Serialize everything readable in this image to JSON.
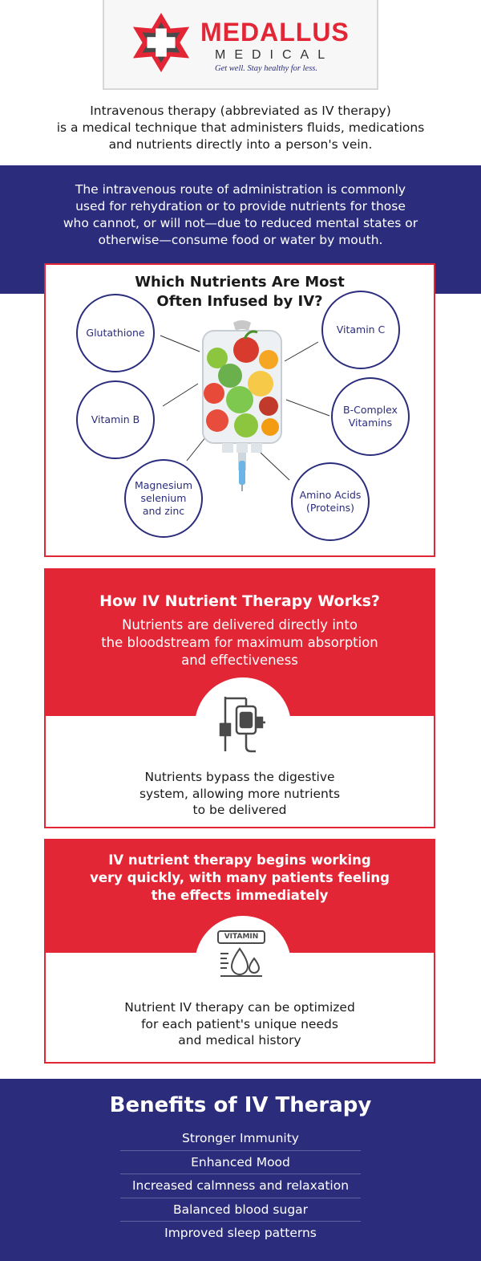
{
  "brand": {
    "name": "MEDALLUS",
    "sub": "MEDICAL",
    "tagline": "Get well. Stay healthy for less.",
    "red": "#e32636",
    "navy": "#2b2d7c"
  },
  "intro": {
    "line1": "Intravenous therapy (abbreviated as IV therapy)",
    "line2": "is a medical technique that administers fluids, medications",
    "line3": "and nutrients directly into a person's vein."
  },
  "route": {
    "line1": "The intravenous route of administration is commonly",
    "line2": "used for rehydration or to provide nutrients for those",
    "line3": "who cannot, or will not—due to reduced mental states or",
    "line4": "otherwise—consume food or water by mouth."
  },
  "nutrients": {
    "title_line1": "Which Nutrients Are Most",
    "title_line2": "Often Infused by IV?",
    "items": [
      {
        "line1": "Glutathione",
        "line2": "",
        "line3": ""
      },
      {
        "line1": "Vitamin C",
        "line2": "",
        "line3": ""
      },
      {
        "line1": "Vitamin B",
        "line2": "",
        "line3": ""
      },
      {
        "line1": "B-Complex",
        "line2": "Vitamins",
        "line3": ""
      },
      {
        "line1": "Magnesium",
        "line2": "selenium",
        "line3": "and zinc"
      },
      {
        "line1": "Amino Acids",
        "line2": "(Proteins)",
        "line3": ""
      }
    ]
  },
  "works": {
    "title": "How IV Nutrient Therapy Works?",
    "sub_line1": "Nutrients are delivered directly into",
    "sub_line2": "the bloodstream for maximum absorption",
    "sub_line3": "and effectiveness",
    "body_line1": "Nutrients bypass the digestive",
    "body_line2": "system, allowing more nutrients",
    "body_line3": "to be delivered",
    "icon": "iv-drip-icon"
  },
  "quick": {
    "title_line1": "IV nutrient therapy begins working",
    "title_line2": "very quickly, with many patients feeling",
    "title_line3": "the effects immediately",
    "icon_label": "VITAMIN",
    "body_line1": "Nutrient IV therapy can be optimized",
    "body_line2": "for each patient's unique needs",
    "body_line3": "and medical history",
    "icon": "vitamin-drops-icon"
  },
  "benefits": {
    "title": "Benefits of IV Therapy",
    "items": [
      "Stronger Immunity",
      "Enhanced Mood",
      "Increased calmness and relaxation",
      "Balanced blood sugar",
      "Improved sleep patterns"
    ]
  }
}
